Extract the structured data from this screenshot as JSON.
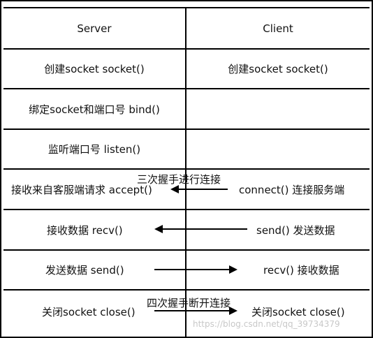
{
  "headers": {
    "server": "Server",
    "client": "Client"
  },
  "rows": [
    {
      "server": "创建socket   socket()",
      "client": "创建socket   socket()"
    },
    {
      "server": "绑定socket和端口号   bind()",
      "client": ""
    },
    {
      "server": "监听端口号   listen()",
      "client": ""
    },
    {
      "server": "接收来自客服端请求   accept()",
      "client": "connect()  连接服务端"
    },
    {
      "server": "接收数据   recv()",
      "client": "send()    发送数据"
    },
    {
      "server": "发送数据   send()",
      "client": "recv()   接收数据"
    },
    {
      "server": "关闭socket  close()",
      "client": "关闭socket  close()"
    }
  ],
  "annotations": {
    "handshake": "三次握手进行连接",
    "teardown": "四次握手断开连接"
  },
  "watermark": "https://blog.csdn.net/qq_39734379"
}
